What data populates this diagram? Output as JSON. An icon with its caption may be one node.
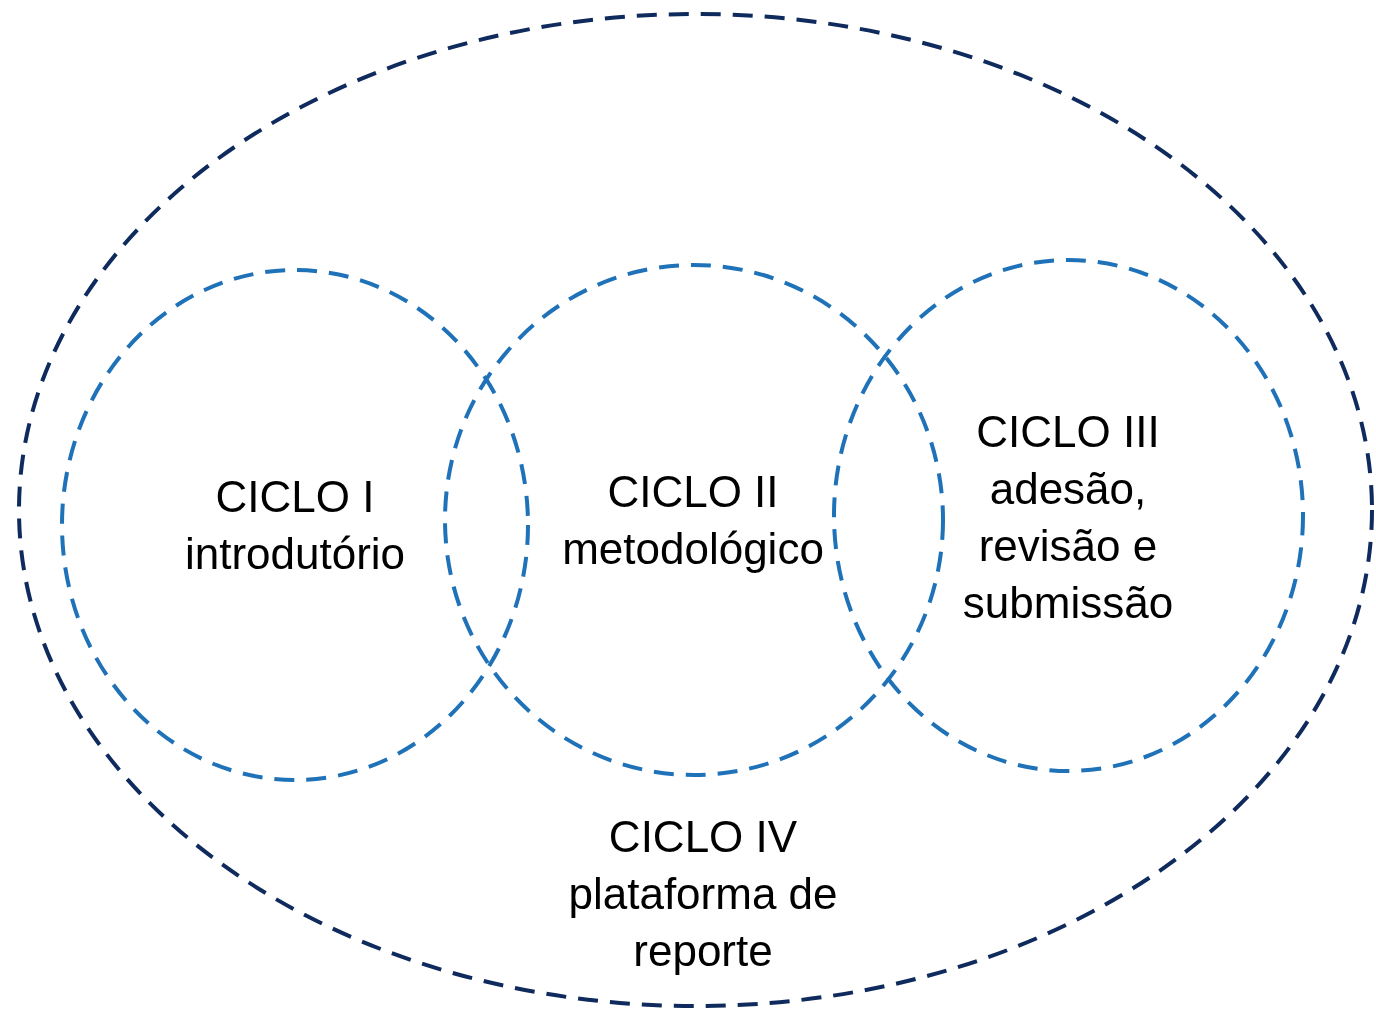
{
  "diagram": {
    "nodes": [
      {
        "text": [
          "CICLO IV",
          "plataforma de reporte"
        ]
      },
      {
        "text": [
          "CICLO I",
          "introdutório"
        ],
        "in": 0
      },
      {
        "text": [
          "CICLO II",
          "metodológico"
        ],
        "in": 0
      },
      {
        "text": [
          "CICLO III",
          "adesão, revisão e submissão"
        ],
        "in": 0
      }
    ]
  }
}
